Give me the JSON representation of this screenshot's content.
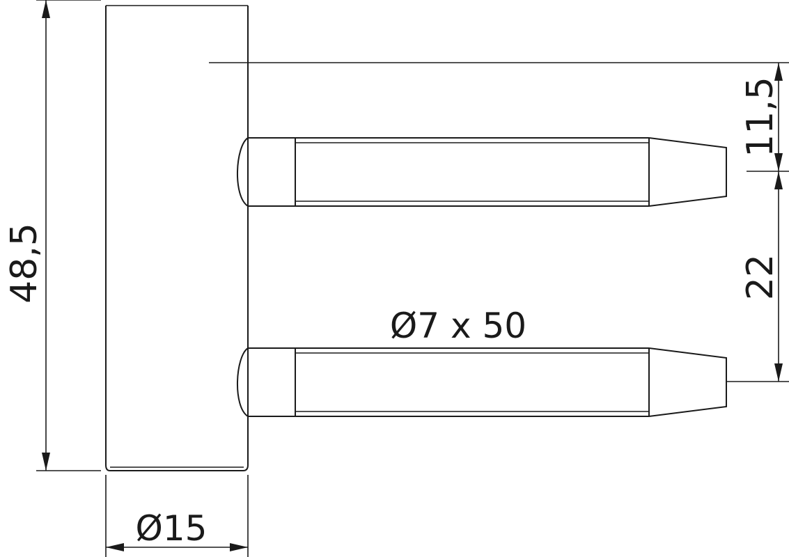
{
  "drawing": {
    "dimensions": {
      "total_height": "48,5",
      "pin_top_offset": "11,5",
      "pin_spacing": "22",
      "pin_size": "Ø7 x 50",
      "barrel_diameter": "Ø15"
    }
  }
}
